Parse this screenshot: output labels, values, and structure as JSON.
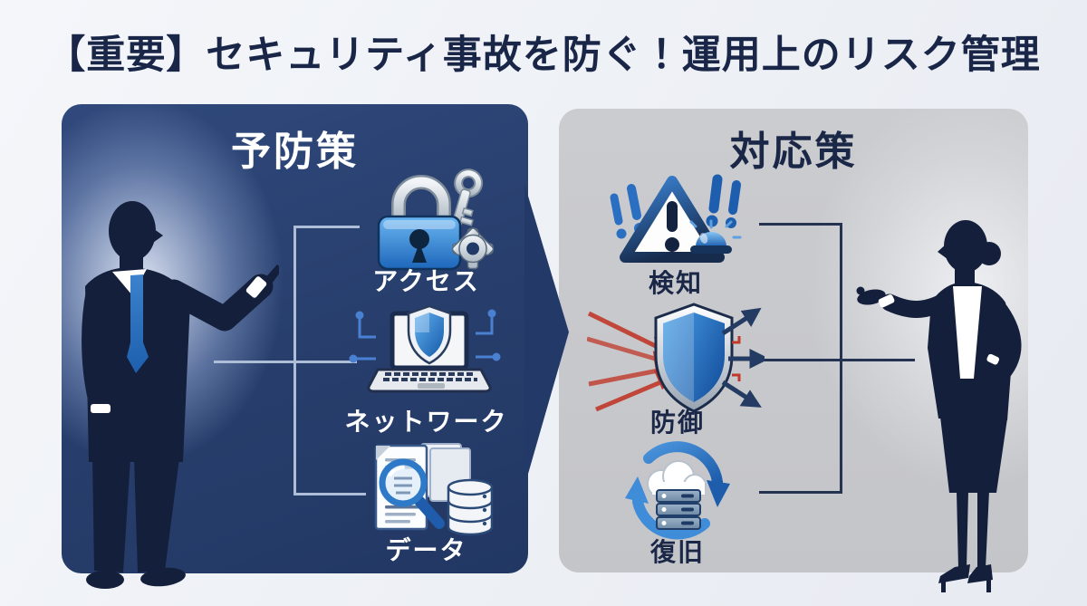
{
  "title": "【重要】セキュリティ事故を防ぐ！運用上のリスク管理",
  "panels": {
    "prevention": {
      "header": "予防策",
      "items": [
        {
          "label": "アクセス",
          "icon": "lock-key-gear-icon"
        },
        {
          "label": "ネットワーク",
          "icon": "laptop-shield-icon"
        },
        {
          "label": "データ",
          "icon": "document-search-database-icon"
        }
      ]
    },
    "response": {
      "header": "対応策",
      "items": [
        {
          "label": "検知",
          "icon": "alert-triangle-siren-icon"
        },
        {
          "label": "防御",
          "icon": "shield-attack-arrows-icon"
        },
        {
          "label": "復旧",
          "icon": "cloud-server-recovery-icon"
        }
      ]
    }
  },
  "figures": {
    "left": "businessman-silhouette-pointing",
    "right": "businesswoman-silhouette-presenting"
  },
  "colors": {
    "background": "#eef0f5",
    "title_text": "#1a2647",
    "panel_prevention": "#273e6c",
    "panel_response": "#c8c9cc",
    "label_light": "#ffffff",
    "label_dark": "#1b2747",
    "connector_left": "#aebdd8",
    "connector_right": "#243352",
    "accent_blue": "#2e7ac8",
    "alert_red": "#c0392b",
    "silhouette_navy": "#141f3c",
    "tie_blue": "#2e6fb8"
  }
}
